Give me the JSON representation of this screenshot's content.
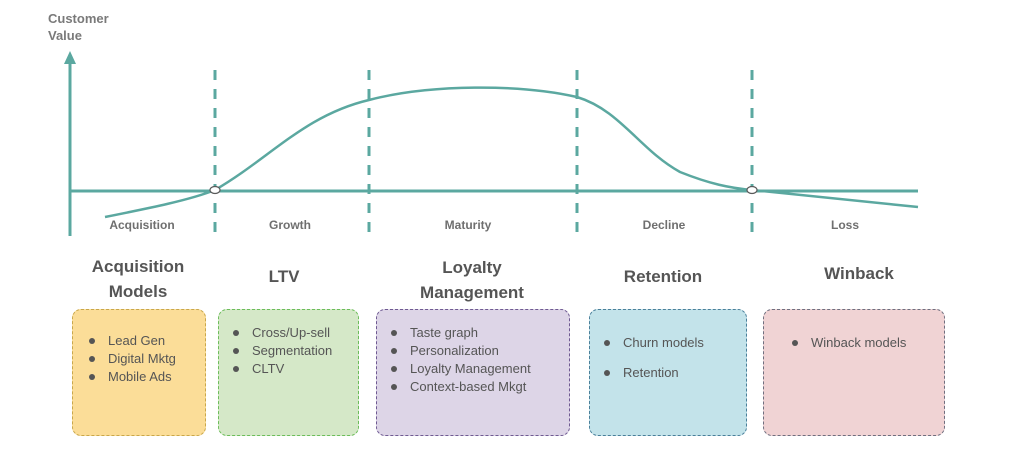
{
  "axis": {
    "title_line1": "Customer",
    "title_line2": "Value"
  },
  "stages": [
    "Acquisition",
    "Growth",
    "Maturity",
    "Decline",
    "Loss"
  ],
  "headings": [
    [
      "Acquisition",
      "Models"
    ],
    [
      "LTV"
    ],
    [
      "Loyalty",
      "Management"
    ],
    [
      "Retention"
    ],
    [
      "Winback"
    ]
  ],
  "boxes": [
    {
      "items": [
        "Lead Gen",
        "Digital Mktg",
        "Mobile Ads"
      ],
      "fill": "#fbdd98",
      "border": "#c9a74a"
    },
    {
      "items": [
        "Cross/Up-sell",
        "Segmentation",
        "CLTV"
      ],
      "fill": "#d5e8c8",
      "border": "#6cbd5a"
    },
    {
      "items": [
        "Taste graph",
        "Personalization",
        "Loyalty Management",
        "Context-based Mkgt"
      ],
      "fill": "#ddd5e7",
      "border": "#6f5a92"
    },
    {
      "items": [
        "Churn models",
        "Retention"
      ],
      "fill": "#c3e3ea",
      "border": "#4a7f9a"
    },
    {
      "items": [
        "Winback models"
      ],
      "fill": "#f0d3d4",
      "border": "#6f6f7f"
    }
  ],
  "colors": {
    "curve": "#5ba8a0",
    "axis": "#5ba8a0",
    "text": "#555555"
  }
}
